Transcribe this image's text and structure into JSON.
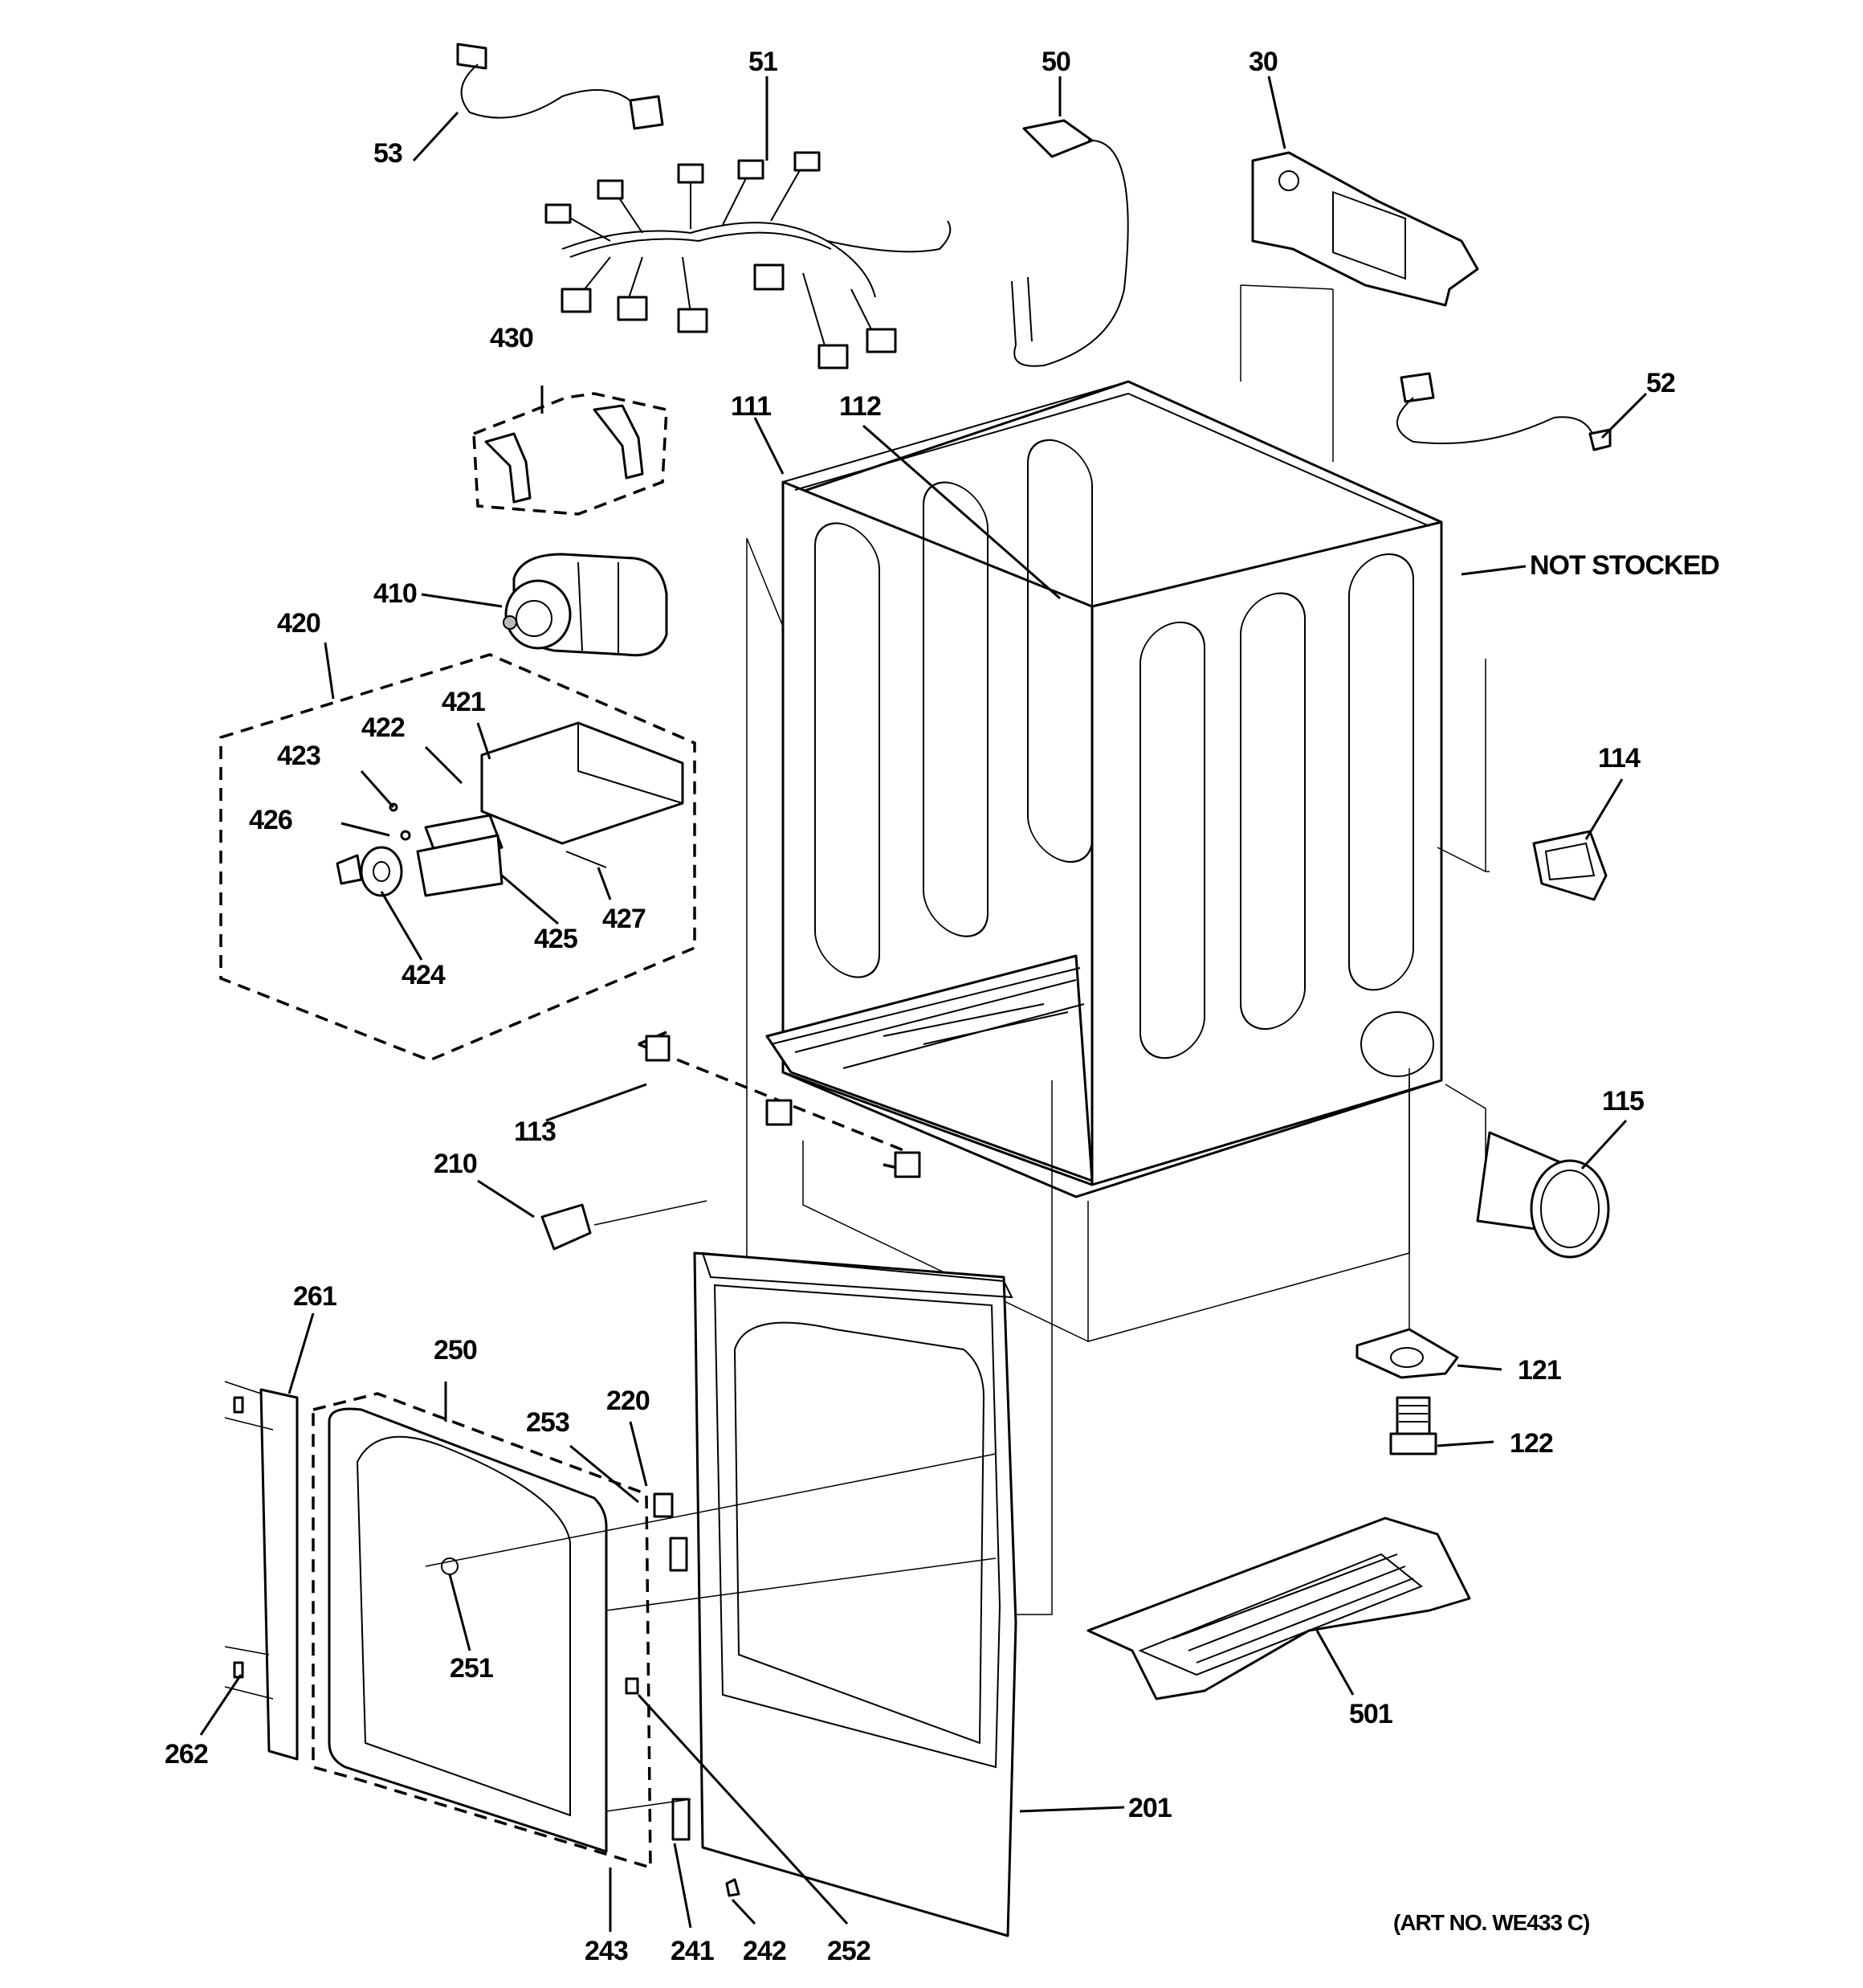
{
  "labels": {
    "l53": "53",
    "l51": "51",
    "l50": "50",
    "l30": "30",
    "l52": "52",
    "l430": "430",
    "l111": "111",
    "l112": "112",
    "l410": "410",
    "not_stocked": "NOT STOCKED",
    "l420": "420",
    "l421": "421",
    "l422": "422",
    "l423": "423",
    "l426": "426",
    "l427": "427",
    "l425": "425",
    "l424": "424",
    "l114": "114",
    "l113": "113",
    "l115": "115",
    "l210": "210",
    "l261": "261",
    "l250": "250",
    "l253": "253",
    "l220": "220",
    "l121": "121",
    "l122": "122",
    "l251": "251",
    "l501": "501",
    "l262": "262",
    "l201": "201",
    "l243": "243",
    "l241": "241",
    "l242": "242",
    "l252": "252",
    "art_no": "(ART NO. WE433 C)"
  }
}
